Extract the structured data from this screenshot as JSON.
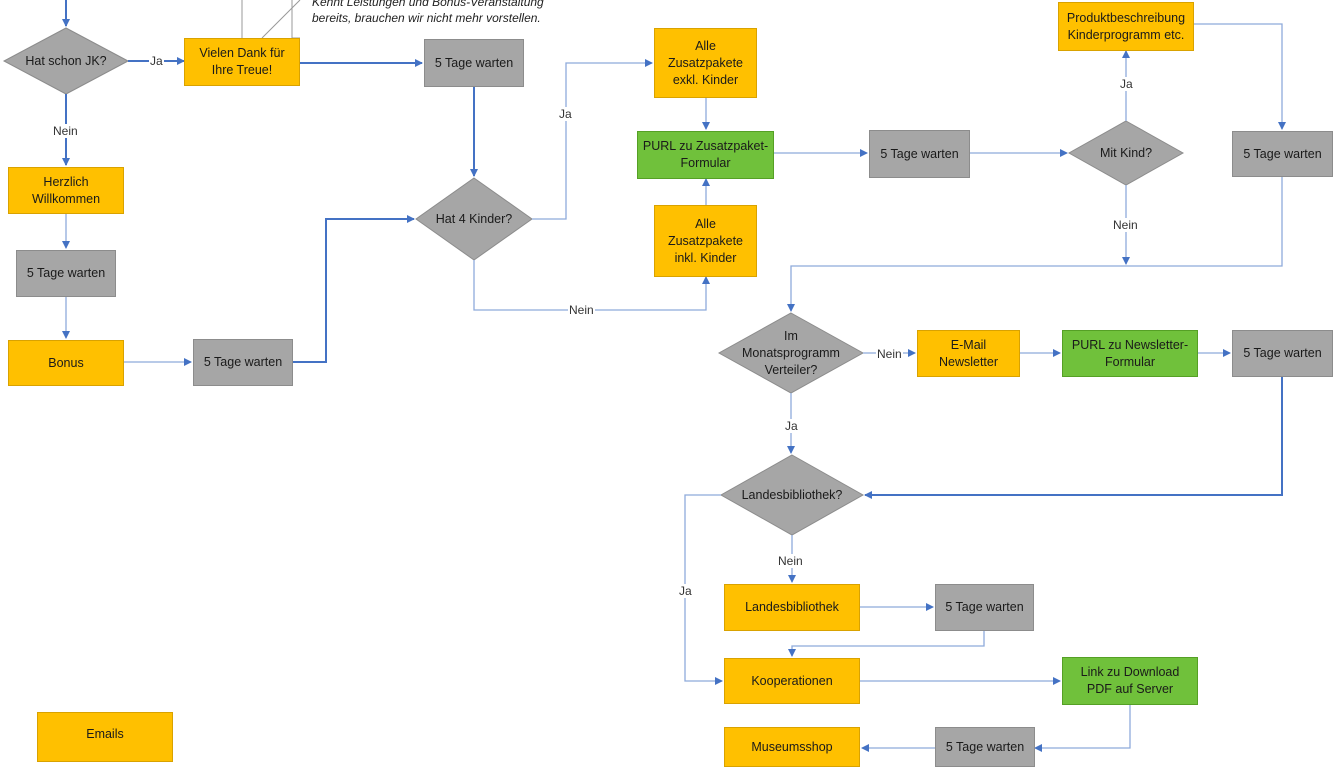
{
  "note": "Kennt Leistungen und Bonus-Veranstaltung\nbereits, brauchen wir nicht mehr vorstellen.",
  "nodes": {
    "hat_schon_jk": "Hat schon JK?",
    "vielen_dank": "Vielen Dank für\nIhre Treue!",
    "wait_1": "5 Tage warten",
    "herzlich": "Herzlich\nWillkommen",
    "wait_2": "5 Tage warten",
    "bonus": "Bonus",
    "wait_3": "5 Tage warten",
    "hat_4_kinder": "Hat 4 Kinder?",
    "zusatz_exkl": "Alle\nZusatzpakete\nexkl. Kinder",
    "purl_zusatz": "PURL zu Zusatzpaket-\nFormular",
    "zusatz_inkl": "Alle\nZusatzpakete\ninkl. Kinder",
    "wait_4": "5 Tage warten",
    "mit_kind": "Mit Kind?",
    "produkt": "Produktbeschreibung\nKinderprogramm etc.",
    "wait_5": "5 Tage warten",
    "monatsprogramm": "Im\nMonatsprogramm\nVerteiler?",
    "email_newsletter": "E-Mail\nNewsletter",
    "purl_newsletter": "PURL zu Newsletter-\nFormular",
    "wait_6": "5 Tage warten",
    "landesbib_q": "Landesbibliothek?",
    "landesbib": "Landesbibliothek",
    "wait_7": "5 Tage warten",
    "kooperationen": "Kooperationen",
    "link_download": "Link zu Download\nPDF auf Server",
    "museumsshop": "Museumsshop",
    "wait_8": "5 Tage warten",
    "emails": "Emails"
  },
  "edge_labels": {
    "ja_1": "Ja",
    "nein_1": "Nein",
    "ja_2": "Ja",
    "nein_2": "Nein",
    "ja_3": "Ja",
    "nein_3": "Nein",
    "nein_4": "Nein",
    "ja_4": "Ja",
    "nein_5": "Nein",
    "ja_5": "Ja"
  },
  "colors": {
    "action": "#ffc000",
    "wait": "#a6a6a6",
    "purl": "#70c13b",
    "decision": "#a6a6a6",
    "connector": "#4472c4",
    "connector_thin": "#8eaadb"
  }
}
